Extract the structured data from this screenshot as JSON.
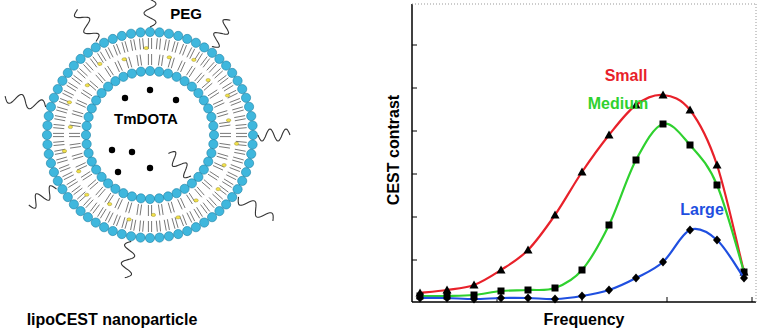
{
  "diagram": {
    "labels": [
      "PEG",
      "TmDOTA",
      "lipoCEST nanoparticle",
      "CEST contrast",
      "Frequency",
      "Small",
      "Medium",
      "Large"
    ]
  }
}
